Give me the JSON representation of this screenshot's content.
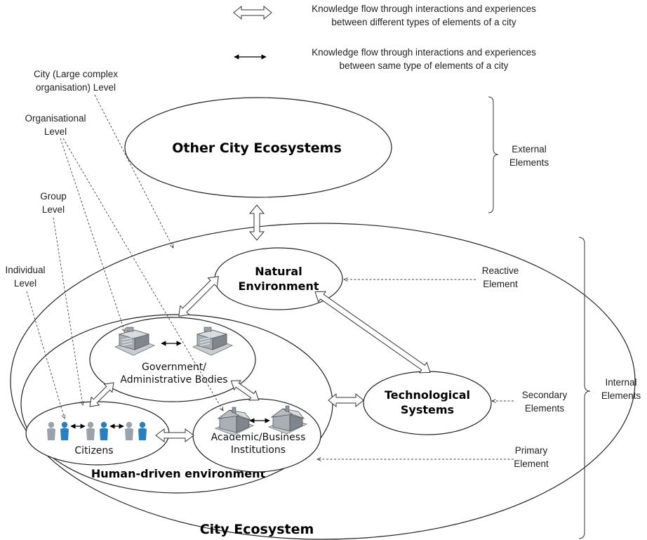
{
  "legend": {
    "inter_line1": "Knowledge flow through interactions and experiences",
    "inter_line2": "between different types of elements of a city",
    "intra_line1": "Knowledge flow through interactions and experiences",
    "intra_line2": "between same type of elements of a city"
  },
  "levels": {
    "city_line1": "City (Large complex",
    "city_line2": "organisation) Level",
    "org_line1": "Organisational",
    "org_line2": "Level",
    "group_line1": "Group",
    "group_line2": "Level",
    "individual_line1": "Individual",
    "individual_line2": "Level"
  },
  "nodes": {
    "other_city": "Other City Ecosystems",
    "natural_line1": "Natural",
    "natural_line2": "Environment",
    "tech_line1": "Technological",
    "tech_line2": "Systems",
    "gov_line1": "Government/",
    "gov_line2": "Administrative Bodies",
    "academic_line1": "Academic/Business",
    "academic_line2": "Institutions",
    "citizens": "Citizens",
    "human_env": "Human-driven environment",
    "city_ecosystem": "City Ecosystem"
  },
  "annotations": {
    "external_line1": "External",
    "external_line2": "Elements",
    "reactive_line1": "Reactive",
    "reactive_line2": "Element",
    "secondary_line1": "Secondary",
    "secondary_line2": "Elements",
    "primary_line1": "Primary",
    "primary_line2": "Element",
    "internal_line1": "Internal",
    "internal_line2": "Elements"
  },
  "colors": {
    "person_blue": "#2a7fc1",
    "person_grey": "#9aa3ad",
    "building_grey": "#8f959c"
  }
}
